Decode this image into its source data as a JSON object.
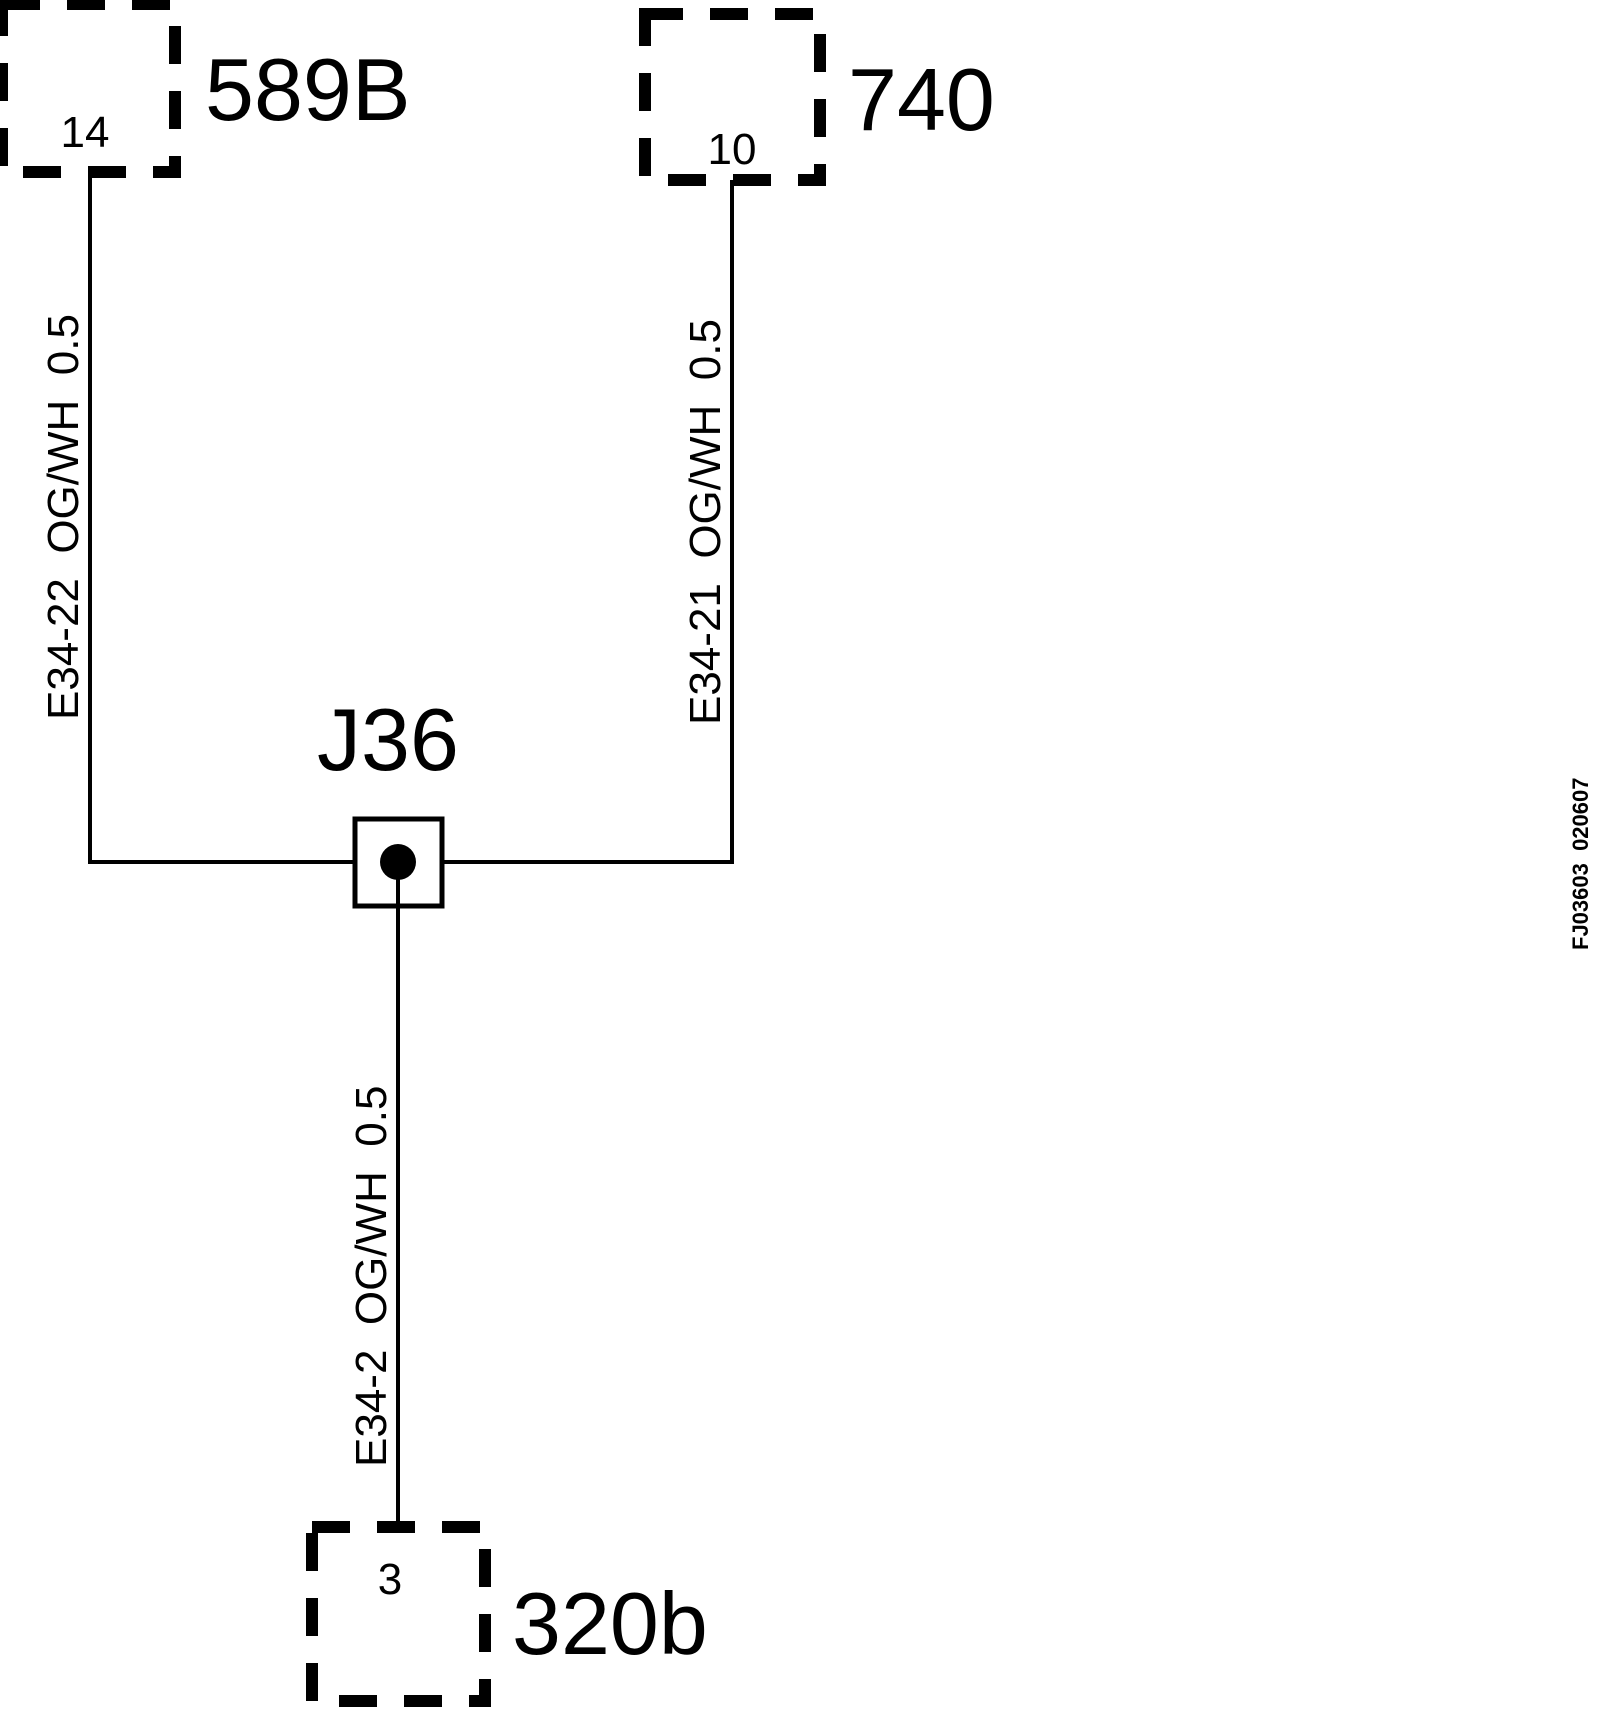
{
  "connectors": [
    {
      "id": "589B",
      "pin": "14"
    },
    {
      "id": "740",
      "pin": "10"
    },
    {
      "id": "320b",
      "pin": "3"
    }
  ],
  "splice": {
    "id": "J36"
  },
  "wires": [
    {
      "label": "E34-22  OG/WH  0.5"
    },
    {
      "label": "E34-21  OG/WH  0.5"
    },
    {
      "label": "E34-2  OG/WH  0.5"
    }
  ],
  "reference": "FJ03603  020607",
  "colors": {
    "line": "#000000",
    "background": "#ffffff"
  }
}
